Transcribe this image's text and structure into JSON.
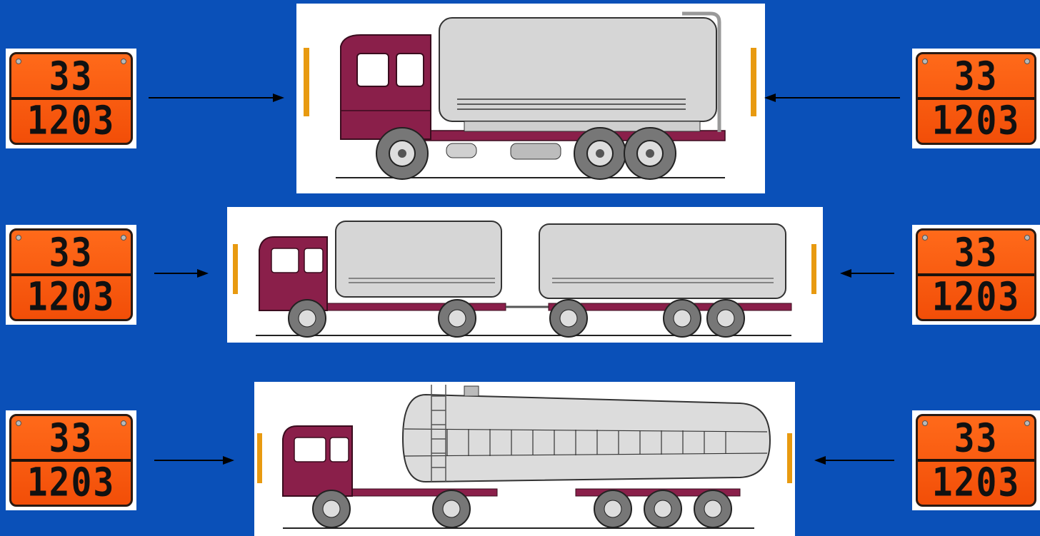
{
  "placards": [
    {
      "hazard_number": "33",
      "un_number": "1203"
    },
    {
      "hazard_number": "33",
      "un_number": "1203"
    },
    {
      "hazard_number": "33",
      "un_number": "1203"
    },
    {
      "hazard_number": "33",
      "un_number": "1203"
    },
    {
      "hazard_number": "33",
      "un_number": "1203"
    },
    {
      "hazard_number": "33",
      "un_number": "1203"
    }
  ],
  "colors": {
    "background": "#0a50b8",
    "placard_orange": "#f65a10",
    "marker_orange": "#e89a10",
    "cab_maroon": "#8a1f4a",
    "tank_grey": "#d6d6d6"
  },
  "vehicles": [
    {
      "kind": "rigid-tanker-truck"
    },
    {
      "kind": "tanker-truck-with-tank-trailer"
    },
    {
      "kind": "tractor-with-tank-semitrailer"
    }
  ]
}
